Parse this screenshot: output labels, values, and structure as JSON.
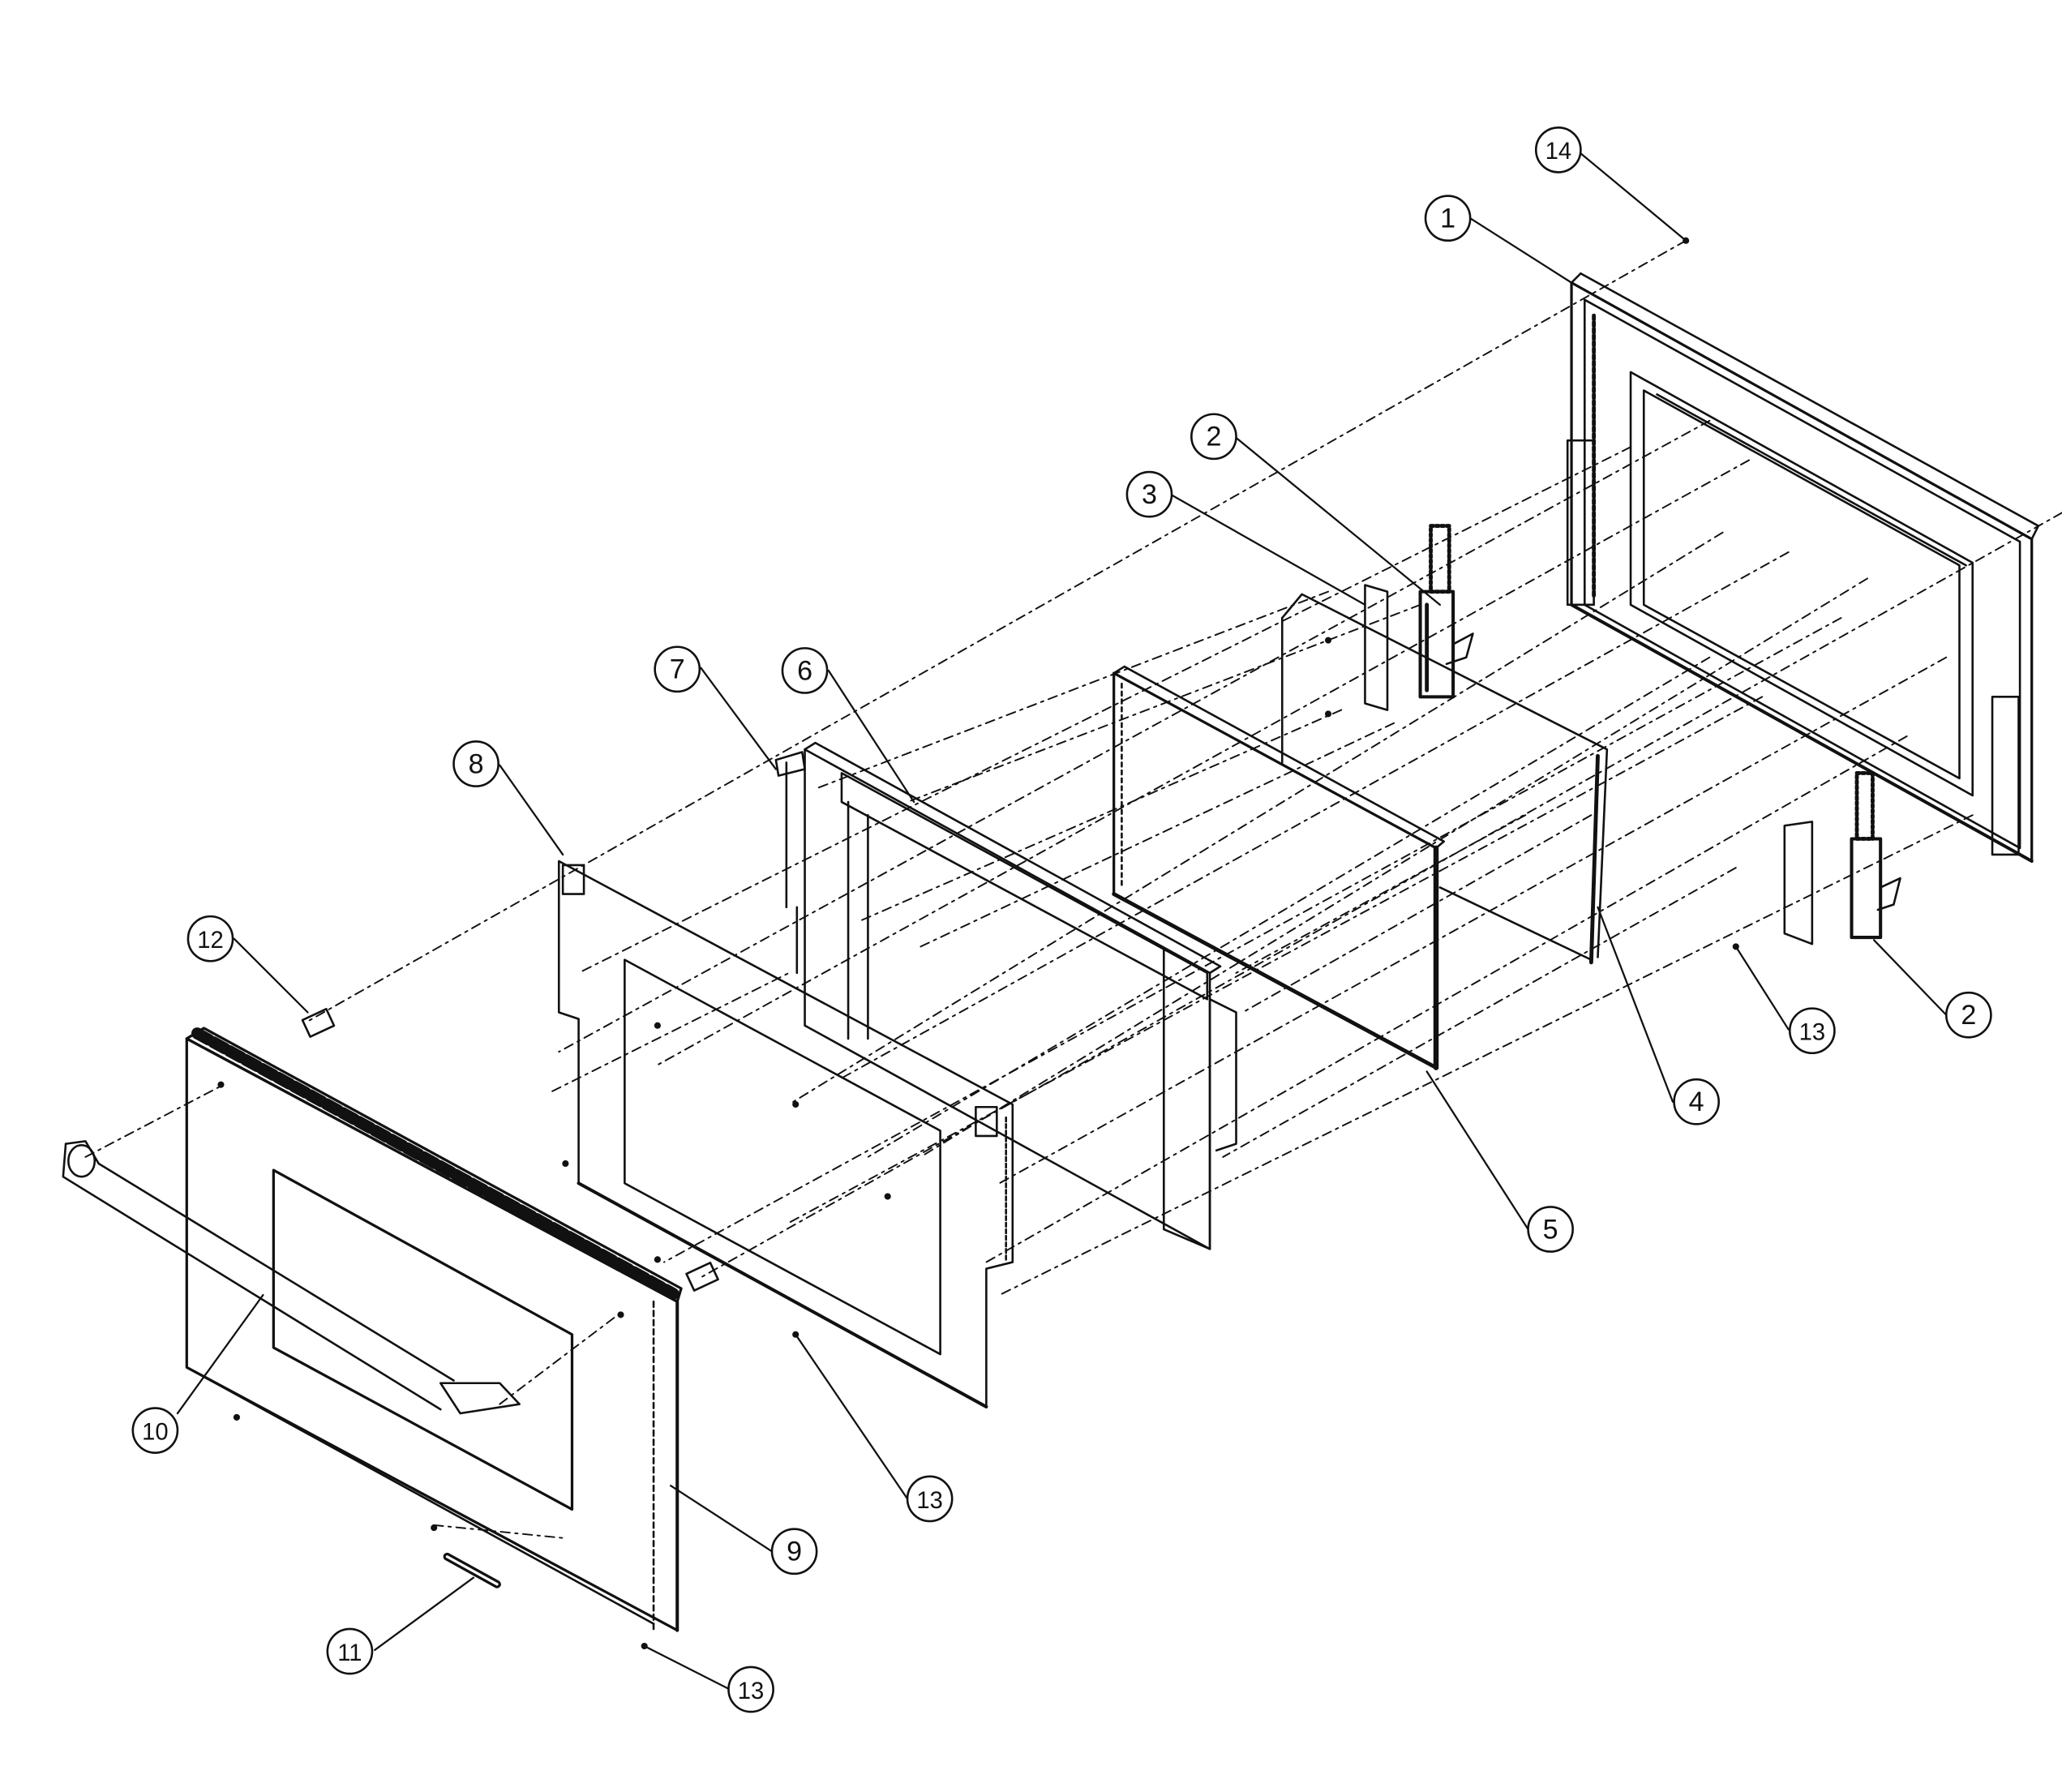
{
  "diagram": {
    "type": "exploded parts diagram",
    "colors": {
      "ink": "#111111",
      "background": "#ffffff"
    },
    "callouts": [
      {
        "id": "c14",
        "label": "14"
      },
      {
        "id": "c1",
        "label": "1"
      },
      {
        "id": "c2a",
        "label": "2"
      },
      {
        "id": "c3",
        "label": "3"
      },
      {
        "id": "c7",
        "label": "7"
      },
      {
        "id": "c6",
        "label": "6"
      },
      {
        "id": "c8",
        "label": "8"
      },
      {
        "id": "c12",
        "label": "12"
      },
      {
        "id": "c2b",
        "label": "2"
      },
      {
        "id": "c13a",
        "label": "13"
      },
      {
        "id": "c4",
        "label": "4"
      },
      {
        "id": "c5",
        "label": "5"
      },
      {
        "id": "c10",
        "label": "10"
      },
      {
        "id": "c13b",
        "label": "13"
      },
      {
        "id": "c9",
        "label": "9"
      },
      {
        "id": "c11",
        "label": "11"
      },
      {
        "id": "c13c",
        "label": "13"
      }
    ]
  }
}
